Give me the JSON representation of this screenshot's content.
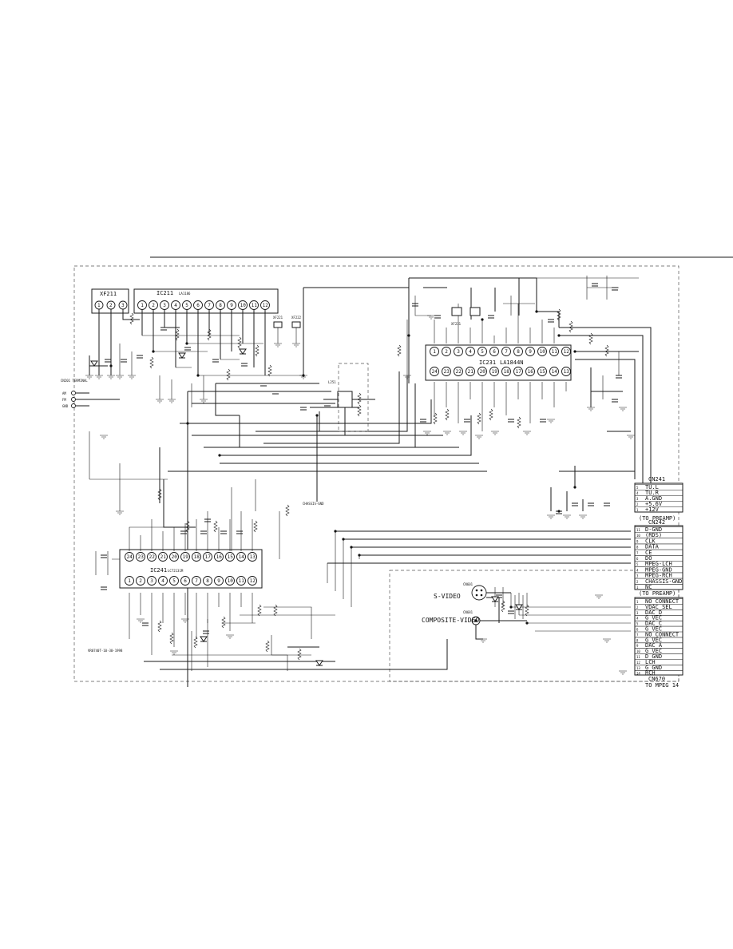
{
  "ics": {
    "xf211": "XF211",
    "ic211": "IC211",
    "ic211_part": "LA1186",
    "ic231": "IC231",
    "ic231_part": "LA1844N",
    "ic241": "IC241",
    "ic241_part": "LC72131M",
    "xf221": "XF221",
    "xf222": "XF222",
    "xf231": "XF231",
    "l251": "L251"
  },
  "antenna": {
    "label": "CN201 TERMINAL",
    "pins": [
      "AM",
      "FM",
      "GND"
    ]
  },
  "chassis_label": "CHASSIS-GND",
  "cn241": {
    "title": "CN241",
    "pins": [
      {
        "no": "5",
        "name": "TU.L"
      },
      {
        "no": "4",
        "name": "TU.R"
      },
      {
        "no": "3",
        "name": "A.GND"
      },
      {
        "no": "2",
        "name": "+5.6V"
      },
      {
        "no": "1",
        "name": "+12V"
      }
    ],
    "footer": "(TO PREAMP)"
  },
  "cn242": {
    "title": "CN242",
    "pins": [
      {
        "no": "11",
        "name": "D-GND"
      },
      {
        "no": "10",
        "name": "(RDS)"
      },
      {
        "no": "9",
        "name": "CLK"
      },
      {
        "no": "8",
        "name": "DATA"
      },
      {
        "no": "7",
        "name": "CE"
      },
      {
        "no": "6",
        "name": "DO"
      },
      {
        "no": "5",
        "name": "MPEG-LCH"
      },
      {
        "no": "4",
        "name": "MPEG-GND"
      },
      {
        "no": "3",
        "name": "MPEG-RCH"
      },
      {
        "no": "2",
        "name": "CHASSIS-GND"
      },
      {
        "no": "1",
        "name": "NC"
      }
    ],
    "footer": "(TO PREAMP)"
  },
  "cn670": {
    "title": "CN670",
    "pins": [
      {
        "no": "1",
        "name": "NO_CONNECT"
      },
      {
        "no": "2",
        "name": "VDAC_SEL"
      },
      {
        "no": "3",
        "name": "DAC_D"
      },
      {
        "no": "4",
        "name": "G_VEC"
      },
      {
        "no": "5",
        "name": "DAC_C"
      },
      {
        "no": "6",
        "name": "G_VEC"
      },
      {
        "no": "7",
        "name": "NO_CONNECT"
      },
      {
        "no": "8",
        "name": "G_VEC"
      },
      {
        "no": "9",
        "name": "DAC_A"
      },
      {
        "no": "10",
        "name": "G_VEC"
      },
      {
        "no": "11",
        "name": "D_GND"
      },
      {
        "no": "12",
        "name": "LCH"
      },
      {
        "no": "13",
        "name": "G_GND"
      },
      {
        "no": "14",
        "name": "RCH"
      }
    ],
    "footer": "TO MPEG 14"
  },
  "video": {
    "svideo_ref": "CN601",
    "svideo_label": "S-VIDEO",
    "composite_ref": "CN681",
    "composite_label": "COMPOSITE-VIDEO"
  },
  "revision_note": "VR0740T-10-30-1998"
}
